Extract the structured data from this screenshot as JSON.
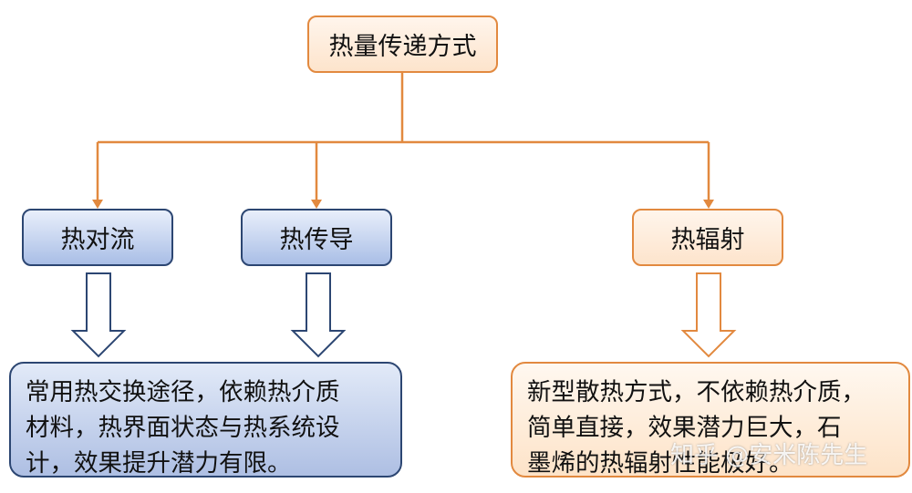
{
  "root": {
    "label": "热量传递方式"
  },
  "nodes": [
    {
      "label": "热对流"
    },
    {
      "label": "热传导"
    },
    {
      "label": "热辐射"
    }
  ],
  "descriptions": {
    "left": "常用热交换途径，依赖热介质\n材料，热界面状态与热系统设\n计，效果提升潜力有限。",
    "right": "新型散热方式，不依赖热介质，\n简单直接，效果潜力巨大，石\n墨烯的热辐射性能极好。"
  },
  "watermark": "知乎 @安米陈先生",
  "colors": {
    "orange_accent": "#e2893f",
    "blue_accent": "#2c4672"
  }
}
